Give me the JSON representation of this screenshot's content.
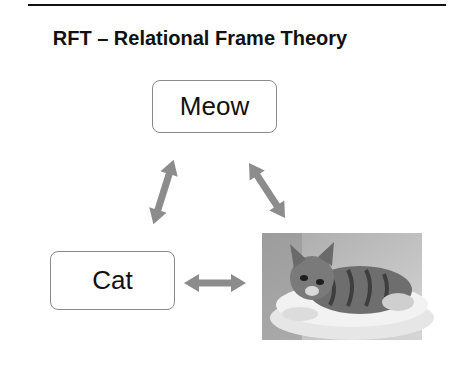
{
  "diagram": {
    "title": "RFT – Relational Frame Theory",
    "nodes": [
      {
        "text": [
          "Meow"
        ]
      },
      {
        "text": [
          "Cat"
        ]
      }
    ],
    "edges": [
      {
        "from": 0,
        "to": 1,
        "arrow": "both"
      }
    ]
  }
}
